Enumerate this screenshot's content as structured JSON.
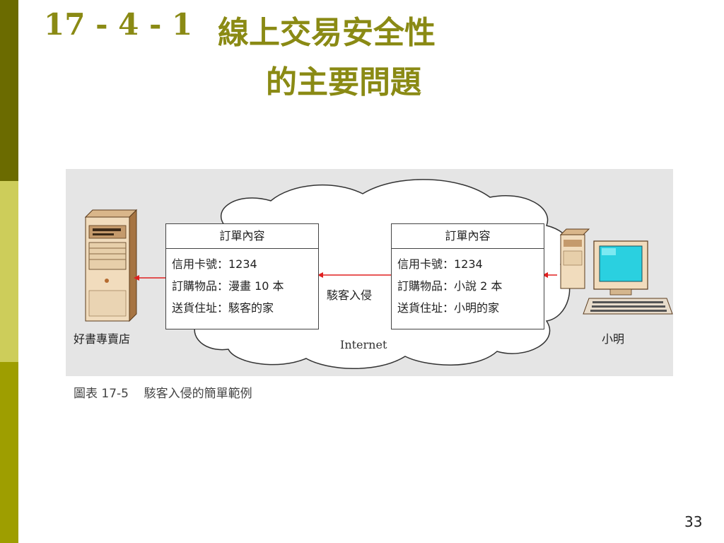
{
  "slide": {
    "title_number": "17 - 4 - 1",
    "title_line1": "線上交易安全性",
    "title_line2": "的主要問題",
    "page_number": "33",
    "accent_color": "#8a8a14"
  },
  "figure": {
    "left_box": {
      "header": "訂單內容",
      "lines": [
        "信用卡號：1234",
        "訂購物品：漫畫 10 本",
        "送貨住址：駭客的家"
      ]
    },
    "right_box": {
      "header": "訂單內容",
      "lines": [
        "信用卡號：1234",
        "訂購物品：小說 2 本",
        "送貨住址：小明的家"
      ]
    },
    "hacker_label": "駭客入侵",
    "store_label": "好書專賣店",
    "user_label": "小明",
    "cloud_label": "Internet",
    "caption": "圖表 17-5    駭客入侵的簡單範例",
    "arrow_color": "#e02020",
    "icons": [
      "server-tower-icon",
      "desktop-computer-icon"
    ]
  }
}
